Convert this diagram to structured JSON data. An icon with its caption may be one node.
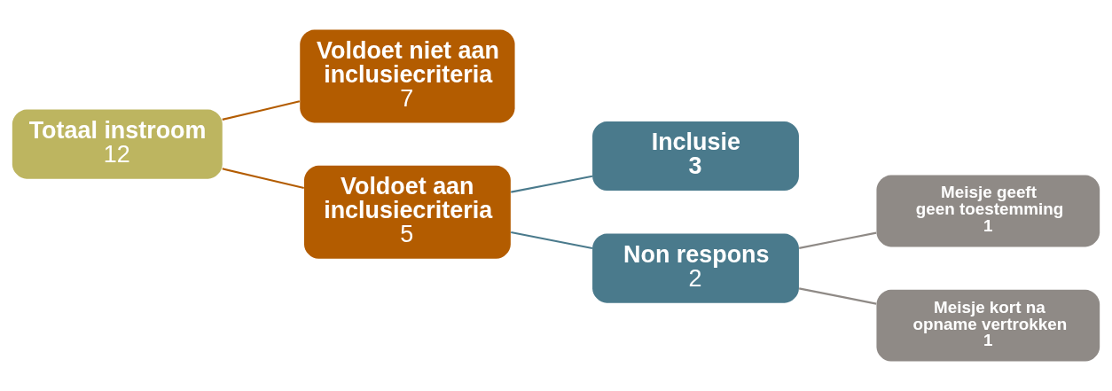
{
  "diagram": {
    "nodes": [
      {
        "text": [
          "Totaal instroom",
          "12"
        ]
      },
      {
        "text": [
          "Voldoet niet aan inclusiecriteria",
          "7"
        ]
      },
      {
        "text": [
          "Voldoet aan inclusiecriteria",
          "5"
        ]
      },
      {
        "text": [
          "Inclusie",
          "3"
        ]
      },
      {
        "text": [
          "Non respons",
          "2"
        ]
      },
      {
        "text": [
          "Meisje geeft geen toestemming",
          "1"
        ]
      },
      {
        "text": [
          "Meisje kort na opname vertrokken",
          "1"
        ]
      }
    ],
    "edges": [
      {
        "from": 0,
        "to": 1,
        "arrow": "none",
        "color": "#b35c00"
      },
      {
        "from": 0,
        "to": 2,
        "arrow": "none",
        "color": "#b35c00"
      },
      {
        "from": 2,
        "to": 3,
        "arrow": "none",
        "color": "#4a7a8c"
      },
      {
        "from": 2,
        "to": 4,
        "arrow": "none",
        "color": "#4a7a8c"
      },
      {
        "from": 4,
        "to": 5,
        "arrow": "none",
        "color": "#8f8a86"
      },
      {
        "from": 4,
        "to": 6,
        "arrow": "none",
        "color": "#8f8a86"
      }
    ]
  }
}
